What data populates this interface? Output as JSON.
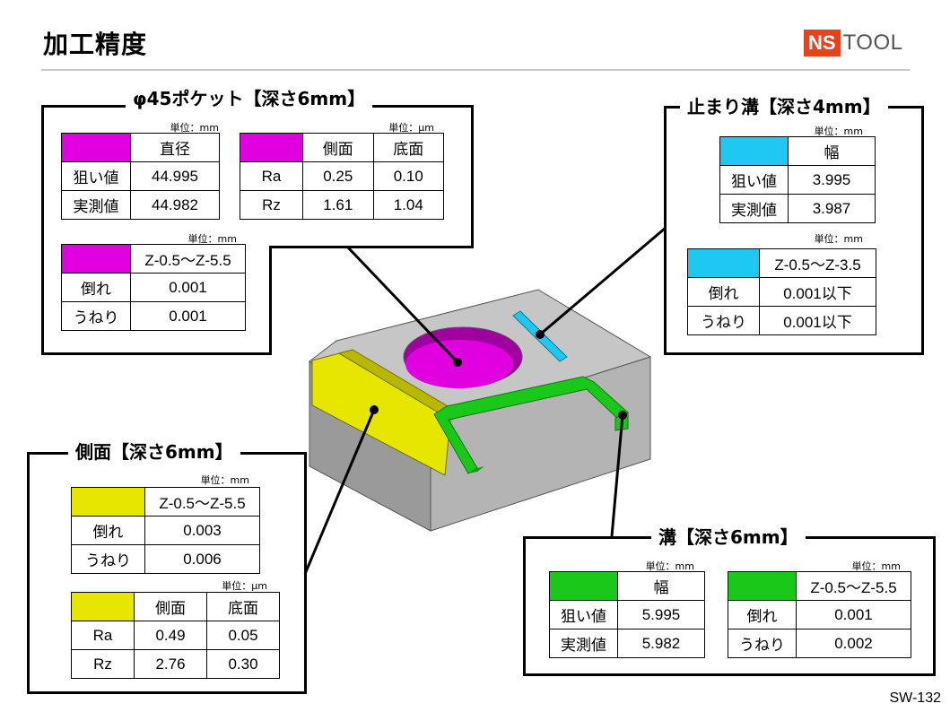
{
  "header": {
    "title": "加工精度",
    "logo_ns": "NS",
    "logo_tool": "TOOL"
  },
  "page_number": "SW-132",
  "colors": {
    "pocket": "#e000e0",
    "stop_groove": "#1ec8f0",
    "side": "#e6e600",
    "groove": "#19c819"
  },
  "pocket": {
    "title": "φ45ポケット【深さ6mm】",
    "dia_table": {
      "unit": "単位：mm",
      "header": "直径",
      "rows": [
        {
          "label": "狙い値",
          "value": "44.995"
        },
        {
          "label": "実測値",
          "value": "44.982"
        }
      ]
    },
    "rough_table": {
      "unit": "単位：μm",
      "headers": [
        "側面",
        "底面"
      ],
      "rows": [
        {
          "label": "Ra",
          "values": [
            "0.25",
            "0.10"
          ]
        },
        {
          "label": "Rz",
          "values": [
            "1.61",
            "1.04"
          ]
        }
      ]
    },
    "form_table": {
      "unit": "単位：mm",
      "header": "Z-0.5～Z-5.5",
      "rows": [
        {
          "label": "倒れ",
          "value": "0.001"
        },
        {
          "label": "うねり",
          "value": "0.001"
        }
      ]
    }
  },
  "stop_groove": {
    "title": "止まり溝【深さ4mm】",
    "width_table": {
      "unit": "単位：mm",
      "header": "幅",
      "rows": [
        {
          "label": "狙い値",
          "value": "3.995"
        },
        {
          "label": "実測値",
          "value": "3.987"
        }
      ]
    },
    "form_table": {
      "unit": "単位：mm",
      "header": "Z-0.5～Z-3.5",
      "rows": [
        {
          "label": "倒れ",
          "value": "0.001以下"
        },
        {
          "label": "うねり",
          "value": "0.001以下"
        }
      ]
    }
  },
  "side": {
    "title": "側面【深さ6mm】",
    "form_table": {
      "unit": "単位：mm",
      "header": "Z-0.5～Z-5.5",
      "rows": [
        {
          "label": "倒れ",
          "value": "0.003"
        },
        {
          "label": "うねり",
          "value": "0.006"
        }
      ]
    },
    "rough_table": {
      "unit": "単位：μm",
      "headers": [
        "側面",
        "底面"
      ],
      "rows": [
        {
          "label": "Ra",
          "values": [
            "0.49",
            "0.05"
          ]
        },
        {
          "label": "Rz",
          "values": [
            "2.76",
            "0.30"
          ]
        }
      ]
    }
  },
  "groove": {
    "title": "溝【深さ6mm】",
    "width_table": {
      "unit": "単位：mm",
      "header": "幅",
      "rows": [
        {
          "label": "狙い値",
          "value": "5.995"
        },
        {
          "label": "実測値",
          "value": "5.982"
        }
      ]
    },
    "form_table": {
      "unit": "単位：mm",
      "header": "Z-0.5～Z-5.5",
      "rows": [
        {
          "label": "倒れ",
          "value": "0.001"
        },
        {
          "label": "うねり",
          "value": "0.002"
        }
      ]
    }
  }
}
